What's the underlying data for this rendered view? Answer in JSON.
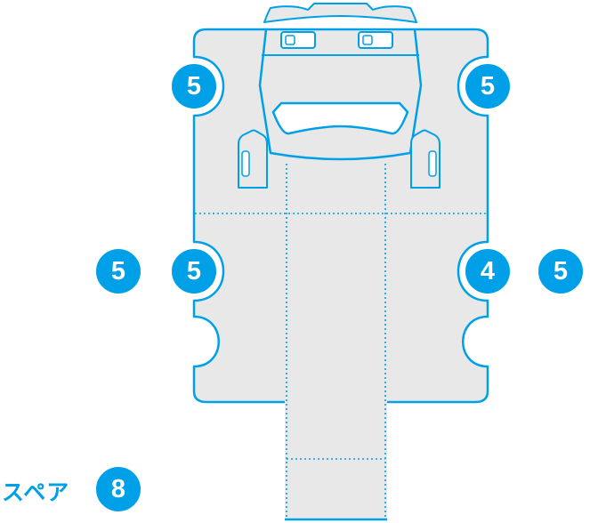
{
  "diagram": {
    "description": "die-cut template diagram with numbered part badges",
    "colors": {
      "accent": "#00a0e9",
      "template_fill": "#e8e8e8",
      "background": "#ffffff"
    },
    "badges": [
      {
        "id": "top-left",
        "value": "5"
      },
      {
        "id": "top-right",
        "value": "5"
      },
      {
        "id": "mid-far-left",
        "value": "5"
      },
      {
        "id": "mid-left",
        "value": "5"
      },
      {
        "id": "mid-right",
        "value": "4"
      },
      {
        "id": "mid-far-right",
        "value": "5"
      },
      {
        "id": "spare",
        "value": "8"
      }
    ],
    "spare_label": "スペア"
  }
}
